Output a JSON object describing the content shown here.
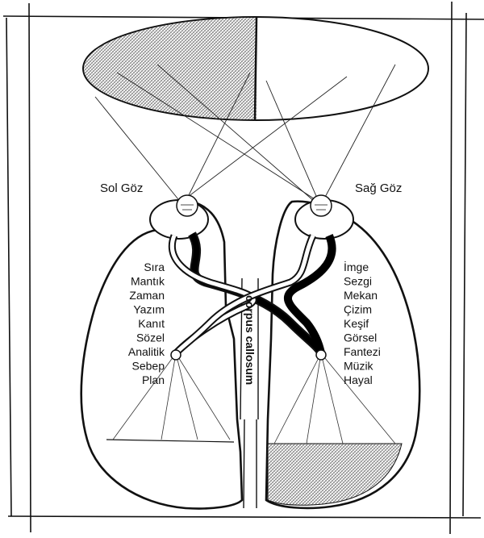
{
  "diagram": {
    "eyes": {
      "left_label": "Sol Göz",
      "right_label": "Sağ Göz"
    },
    "corpus_callosum_label": "corpus callosum",
    "left_hemisphere_functions": [
      "Sıra",
      "Mantık",
      "Zaman",
      "Yazım",
      "Kanıt",
      "Sözel",
      "Analitik",
      "Sebep",
      "Plan"
    ],
    "right_hemisphere_functions": [
      "İmge",
      "Sezgi",
      "Mekan",
      "Çizim",
      "Keşif",
      "Görsel",
      "Fantezi",
      "Müzik",
      "Hayal"
    ],
    "colors": {
      "ink": "#111111",
      "paper": "#ffffff",
      "hatch": "#9a9a9a",
      "pathway": "#000000"
    }
  }
}
